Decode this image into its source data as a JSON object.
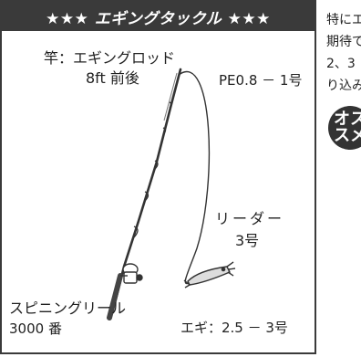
{
  "panel": {
    "title": "★★★ エギングタックル ★★★",
    "labels": {
      "rod_line1": "竿：エギングロッド",
      "rod_line2": "8ft 前後",
      "line": "PE0.8 － 1号",
      "leader_line1": "リーダー",
      "leader_line2": "3号",
      "reel_line1": "スピニングリール",
      "reel_line2": "3000 番",
      "egi": "エギ：2.5 － 3号"
    }
  },
  "side_text": {
    "lines": [
      "特にエ",
      "期待で",
      "2、3",
      "り込み"
    ],
    "badge_lines": [
      "オス",
      "スメ"
    ]
  },
  "colors": {
    "header_bg": "#3a3a3a",
    "border": "#3a3a3a",
    "badge_bg": "#333333"
  }
}
